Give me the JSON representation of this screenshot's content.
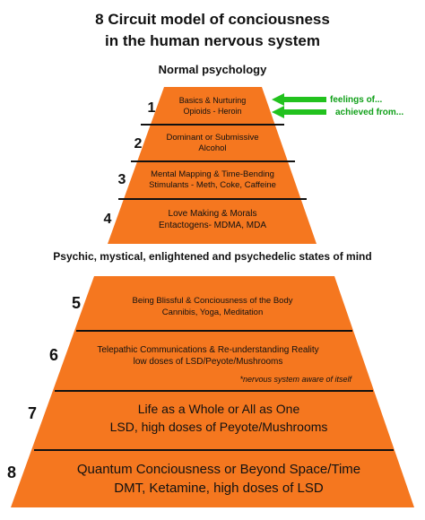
{
  "title_lines": [
    "8 Circuit model of conciousness",
    "in the human nervous system"
  ],
  "normal_heading": "Normal psychology",
  "psychic_heading": "Psychic, mystical, enlightened and psychedelic states of mind",
  "arrow_labels": [
    "feelings of...",
    "achieved from..."
  ],
  "footnote": "*nervous system aware of itself",
  "colors": {
    "fill": "#f5771f",
    "divider": "#111111",
    "arrow": "#22c21e",
    "arrow_text": "#11a01a"
  },
  "circuits": [
    {
      "number": "1",
      "lines": [
        "Basics & Nurturing",
        "Opioids - Heroin"
      ]
    },
    {
      "number": "2",
      "lines": [
        "Dominant or Submissive",
        "Alcohol"
      ]
    },
    {
      "number": "3",
      "lines": [
        "Mental Mapping & Time-Bending",
        "Stimulants - Meth, Coke, Caffeine"
      ]
    },
    {
      "number": "4",
      "lines": [
        "Love Making & Morals",
        "Entactogens- MDMA, MDA"
      ]
    },
    {
      "number": "5",
      "lines": [
        "Being Blissful & Conciousness of the Body",
        "Cannibis, Yoga, Meditation"
      ]
    },
    {
      "number": "6",
      "lines": [
        "Telepathic Communications & Re-understanding Reality",
        "low doses of LSD/Peyote/Mushrooms"
      ]
    },
    {
      "number": "7",
      "lines": [
        "Life as a Whole or All as One",
        "LSD, high doses of Peyote/Mushrooms"
      ]
    },
    {
      "number": "8",
      "lines": [
        "Quantum Conciousness or Beyond Space/Time",
        "DMT, Ketamine, high doses of LSD"
      ]
    }
  ]
}
